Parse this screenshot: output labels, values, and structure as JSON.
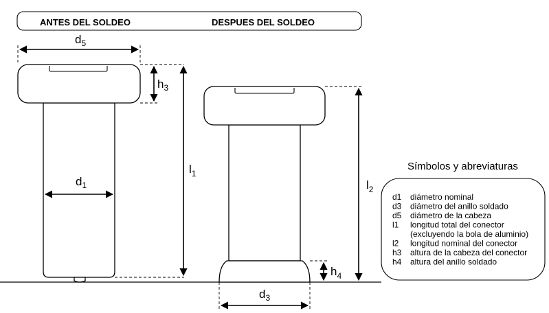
{
  "header": {
    "before": "ANTES DEL SOLDEO",
    "after": "DESPUES DEL SOLDEO"
  },
  "dimensions": {
    "d5": {
      "base": "d",
      "sub": "5"
    },
    "h3": {
      "base": "h",
      "sub": "3"
    },
    "l1": {
      "base": "l",
      "sub": "1"
    },
    "d1": {
      "base": "d",
      "sub": "1"
    },
    "l2": {
      "base": "l",
      "sub": "2"
    },
    "h4": {
      "base": "h",
      "sub": "4"
    },
    "d3": {
      "base": "d",
      "sub": "3"
    }
  },
  "legend": {
    "title": "Símbolos y abreviaturas",
    "items": [
      {
        "code": "d1",
        "text": "diámetro nominal"
      },
      {
        "code": "d3",
        "text": "diámetro del anillo soldado"
      },
      {
        "code": "d5",
        "text": "diámetro de la cabeza"
      },
      {
        "code": "l1",
        "text": "longitud total del conector"
      },
      {
        "code": "",
        "text": "(excluyendo la bola de aluminio)"
      },
      {
        "code": "l2",
        "text": "longitud nominal del conector"
      },
      {
        "code": "h3",
        "text": "altura de la cabeza del conector"
      },
      {
        "code": "h4",
        "text": "altura del anillo soldado"
      }
    ]
  }
}
